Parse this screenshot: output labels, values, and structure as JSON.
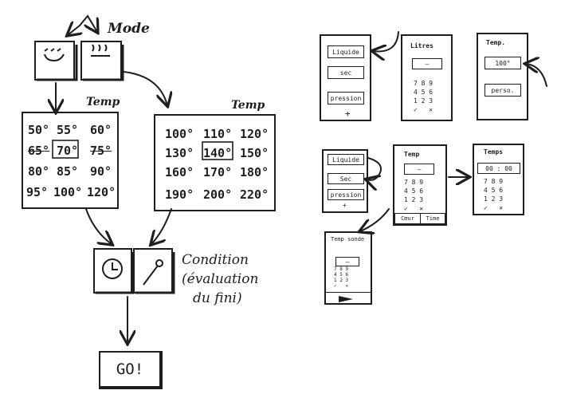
{
  "left": {
    "mode_label": "Mode",
    "temp_label_left": "Temp",
    "temp_label_right": "Temp",
    "grid_left": [
      [
        "50°",
        "55°",
        "60°"
      ],
      [
        "65°",
        "70°",
        "75°"
      ],
      [
        "80°",
        "85°",
        "90°"
      ],
      [
        "95°",
        "100°",
        "120°"
      ]
    ],
    "grid_right": [
      [
        "100°",
        "110°",
        "120°"
      ],
      [
        "130°",
        "140°",
        "150°"
      ],
      [
        "160°",
        "170°",
        "180°"
      ],
      [
        "190°",
        "200°",
        "220°"
      ]
    ],
    "condition_text_1": "Condition",
    "condition_text_2": "(évaluation",
    "condition_text_3": "du fini)",
    "go_label": "GO!"
  },
  "right": {
    "s1": {
      "btn1": "Liquide",
      "btn2": "sec",
      "btn3": "pression",
      "plus": "+"
    },
    "s2": {
      "title": "Litres",
      "field": "—",
      "keys": "7 8 9\n4 5 6\n1 2 3\n✓   ✕"
    },
    "s3": {
      "title": "Temp.",
      "btn1": "100°",
      "btn2": "perso."
    },
    "s4": {
      "btn1": "Liquide",
      "btn2": "Sec",
      "btn3": "pression",
      "plus": "+"
    },
    "s5": {
      "title": "Temp",
      "field": "—",
      "keys": "7 8 9\n4 5 6\n1 2 3\n✓   ✕",
      "tab1": "Cœur",
      "tab2": "Time"
    },
    "s6": {
      "title": "Temps",
      "field": "00 : 00",
      "keys": "7 8 9\n4 5 6\n1 2 3\n✓   ✕"
    },
    "s7": {
      "title": "Temp sonde",
      "field": "—",
      "keys": "7 8 9\n4 5 6\n1 2 3\n✓   ✕"
    }
  }
}
